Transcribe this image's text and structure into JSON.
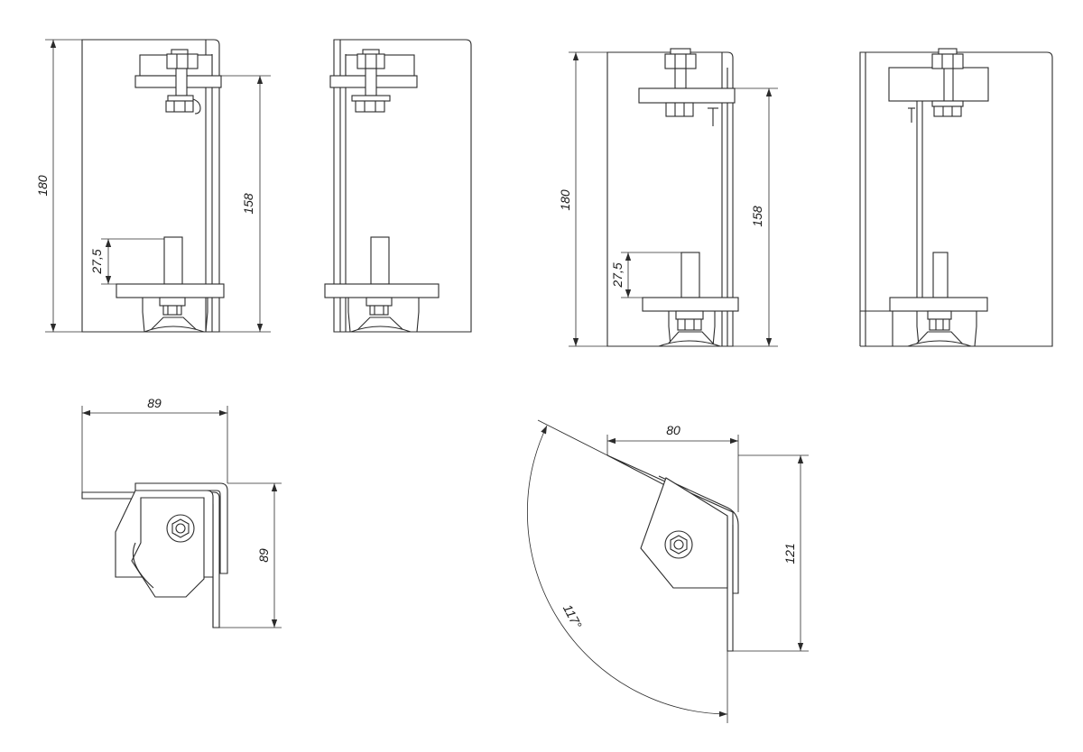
{
  "views": {
    "front_a": {
      "height": "180",
      "inner_height": "158",
      "foot_height": "27,5"
    },
    "front_b": {
      "height": "180",
      "inner_height": "158",
      "foot_height": "27,5"
    },
    "top_a": {
      "width": "89",
      "depth": "89"
    },
    "top_b": {
      "width": "80",
      "depth": "121",
      "angle": "117°"
    }
  }
}
